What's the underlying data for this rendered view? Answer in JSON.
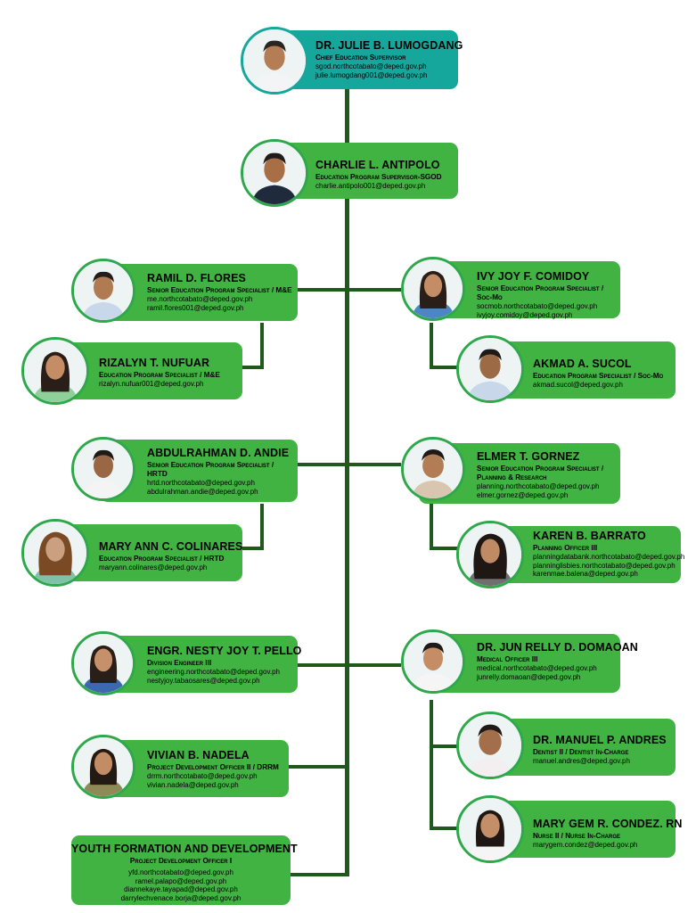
{
  "colors": {
    "box_green": "#41b342",
    "box_teal": "#16a79c",
    "line": "#1f5a1c"
  },
  "people": {
    "lumogdang": {
      "name": "DR. JULIE B. LUMOGDANG",
      "title": "Chief Education Supervisor",
      "emails": [
        "sgod.northcotabato@deped.gov.ph",
        "julie.lumogdang001@deped.gov.ph"
      ]
    },
    "antipolo": {
      "name": "CHARLIE L. ANTIPOLO",
      "title": "Education Program Supervisor-SGOD",
      "emails": [
        "charlie.antipolo001@deped.gov.ph"
      ]
    },
    "flores": {
      "name": "RAMIL D. FLORES",
      "title": "Senior Education Program Specialist / M&E",
      "emails": [
        "me.northcotabato@deped.gov.ph",
        "ramil.flores001@deped.gov.ph"
      ]
    },
    "nufuar": {
      "name": "RIZALYN T. NUFUAR",
      "title": "Education Program Specialist / M&E",
      "emails": [
        "rizalyn.nufuar001@deped.gov.ph"
      ]
    },
    "comidoy": {
      "name": "IVY JOY F. COMIDOY",
      "title": "Senior Education Program Specialist / Soc-Mo",
      "emails": [
        "socmob.northcotabato@deped.gov.ph",
        "ivyjoy.comidoy@deped.gov.ph"
      ]
    },
    "sucol": {
      "name": "AKMAD A. SUCOL",
      "title": "Education Program Specialist / Soc-Mo",
      "emails": [
        "akmad.sucol@deped.gov.ph"
      ]
    },
    "andie": {
      "name": "ABDULRAHMAN D. ANDIE",
      "title": "Senior Education Program Specialist / HRTD",
      "emails": [
        "hrtd.northcotabato@deped.gov.ph",
        "abdulrahman.andie@deped.gov.ph"
      ]
    },
    "colinares": {
      "name": "MARY ANN C. COLINARES",
      "title": "Education Program Specialist / HRTD",
      "emails": [
        "maryann.colinares@deped.gov.ph"
      ]
    },
    "gornez": {
      "name": "ELMER T. GORNEZ",
      "title": "Senior Education Program Specialist / Planning & Research",
      "emails": [
        "planning.northcotabato@deped.gov.ph",
        "elmer.gornez@deped.gov.ph"
      ]
    },
    "barrato": {
      "name": "KAREN B. BARRATO",
      "title": "Planning Officer III",
      "emails": [
        "planningdatabank.northcotabato@deped.gov.ph",
        "planninglisbies.northcotabato@deped.gov.ph",
        "karenmae.balena@deped.gov.ph"
      ]
    },
    "pello": {
      "name": "ENGR. NESTY JOY T. PELLO",
      "title": "Division Engineer III",
      "emails": [
        "engineering.northcotabato@deped.gov.ph",
        "nestyjoy.tabaosares@deped.gov.ph"
      ]
    },
    "domaoan": {
      "name": "DR. JUN RELLY D. DOMAOAN",
      "title": "Medical Officer III",
      "emails": [
        "medical.northcotabato@deped.gov.ph",
        "junrelly.domaoan@deped.gov.ph"
      ]
    },
    "nadela": {
      "name": "VIVIAN B. NADELA",
      "title": "Project Development Officer II / DRRM",
      "emails": [
        "drrm.northcotabato@deped.gov.ph",
        "vivian.nadela@deped.gov.ph"
      ]
    },
    "andres": {
      "name": "DR. MANUEL P. ANDRES",
      "title": "Dentist II / Dentist In-Charge",
      "emails": [
        "manuel.andres@deped.gov.ph"
      ]
    },
    "condez": {
      "name": "MARY GEM R. CONDEZ. RN",
      "title": "Nurse II / Nurse In-Charge",
      "emails": [
        "marygem.condez@deped.gov.ph"
      ]
    }
  },
  "yfd": {
    "name": "YOUTH FORMATION AND DEVELOPMENT",
    "title": "Project Development Officer I",
    "emails": [
      "yfd.northcotabato@deped.gov.ph",
      "ramel.palapo@deped.gov.ph",
      "diannekaye.tayapad@deped.gov.ph",
      "darrylechvenace.borja@deped.gov.ph"
    ]
  }
}
